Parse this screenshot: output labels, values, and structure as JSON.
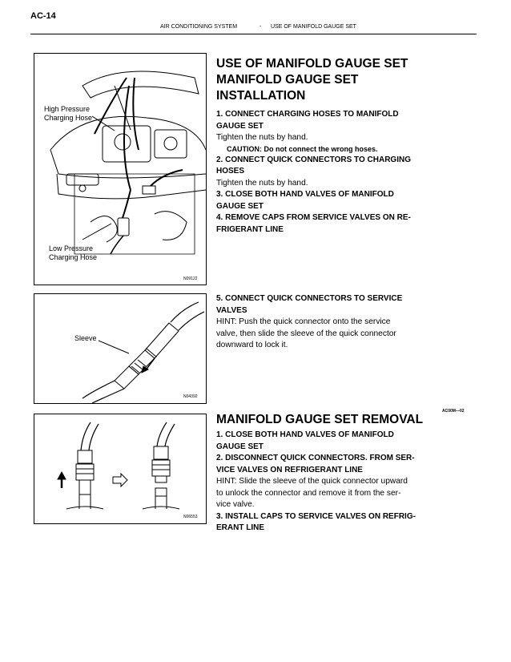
{
  "header": {
    "page_number": "AC-14",
    "section": "AIR CONDITIONING SYSTEM",
    "separator": "-",
    "topic": "USE OF MANIFOLD GAUGE SET"
  },
  "figures": [
    {
      "code": "N09122",
      "labels": [
        "High Pressure",
        "Charging Hose",
        "Low Pressure",
        "Charging Hose"
      ]
    },
    {
      "code": "N04392",
      "labels": [
        "Sleeve"
      ]
    },
    {
      "code": "N06553",
      "labels": []
    }
  ],
  "section1": {
    "title": "USE OF MANIFOLD GAUGE SET",
    "subtitle": "MANIFOLD GAUGE SET INSTALLATION",
    "lines": [
      {
        "type": "step",
        "text": "1. CONNECT CHARGING HOSES TO MANIFOLD"
      },
      {
        "type": "step",
        "text": "GAUGE SET"
      },
      {
        "type": "body",
        "text": "Tighten the nuts by hand."
      },
      {
        "type": "caution",
        "text": "CAUTION: Do not connect the wrong hoses."
      },
      {
        "type": "step",
        "text": "2. CONNECT QUICK CONNECTORS TO CHARGING"
      },
      {
        "type": "step",
        "text": "HOSES"
      },
      {
        "type": "body",
        "text": "Tighten the nuts by hand."
      },
      {
        "type": "step",
        "text": "3. CLOSE BOTH HAND VALVES OF MANIFOLD"
      },
      {
        "type": "step",
        "text": "GAUGE SET"
      },
      {
        "type": "step",
        "text": "4. REMOVE CAPS FROM SERVICE VALVES ON RE-"
      },
      {
        "type": "step",
        "text": "FRIGERANT LINE"
      }
    ]
  },
  "section2": {
    "lines": [
      {
        "type": "step",
        "text": "5. CONNECT QUICK CONNECTORS TO SERVICE"
      },
      {
        "type": "step",
        "text": "VALVES"
      },
      {
        "type": "body",
        "text": "HINT: Push the quick connector onto the service"
      },
      {
        "type": "body",
        "text": "valve, then slide the sleeve of the quick connector"
      },
      {
        "type": "body",
        "text": "downward to lock it."
      }
    ]
  },
  "section3": {
    "title": "MANIFOLD GAUGE SET REMOVAL",
    "tag": "AC00M—02",
    "lines": [
      {
        "type": "step",
        "text": "1. CLOSE BOTH HAND VALVES OF MANIFOLD"
      },
      {
        "type": "step",
        "text": "GAUGE SET"
      },
      {
        "type": "step",
        "text": "2. DISCONNECT QUICK CONNECTORS. FROM SER-"
      },
      {
        "type": "step",
        "text": "VICE VALVES ON REFRIGERANT LINE"
      },
      {
        "type": "body",
        "text": "HINT: Slide the sleeve of the quick connector upward"
      },
      {
        "type": "body",
        "text": "to unlock the connector and remove it from the ser-"
      },
      {
        "type": "body",
        "text": "vice valve."
      },
      {
        "type": "step",
        "text": "3. INSTALL CAPS TO SERVICE VALVES ON REFRIG-"
      },
      {
        "type": "step",
        "text": "ERANT LINE"
      }
    ]
  }
}
